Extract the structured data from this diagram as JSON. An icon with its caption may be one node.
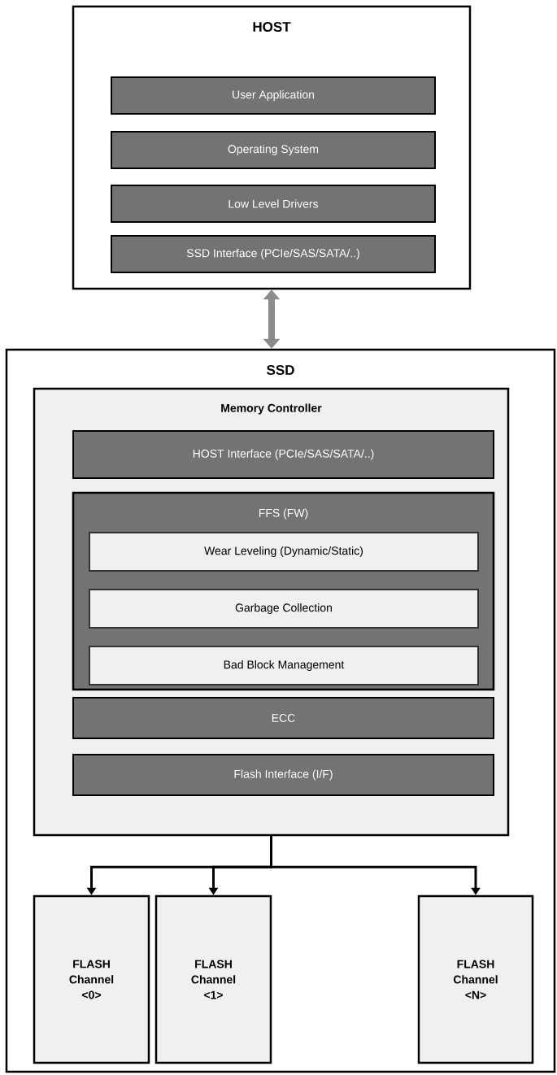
{
  "diagram": {
    "nodes": [
      {
        "text": [
          "HOST"
        ]
      },
      {
        "text": [
          "User Application"
        ],
        "in": 0
      },
      {
        "text": [
          "Operating System"
        ],
        "in": 0
      },
      {
        "text": [
          "Low Level Drivers"
        ],
        "in": 0
      },
      {
        "text": [
          "SSD Interface (PCIe/SAS/SATA/..)"
        ],
        "in": 0
      },
      {
        "text": [
          "SSD"
        ]
      },
      {
        "text": [
          "Memory Controller"
        ],
        "in": 5
      },
      {
        "text": [
          "HOST Interface (PCIe/SAS/SATA/..)"
        ],
        "in": 6
      },
      {
        "text": [
          "FFS (FW)"
        ],
        "in": 6
      },
      {
        "text": [
          "Wear Leveling (Dynamic/Static)"
        ],
        "in": 8
      },
      {
        "text": [
          "Garbage Collection"
        ],
        "in": 8
      },
      {
        "text": [
          "Bad Block Management"
        ],
        "in": 8
      },
      {
        "text": [
          "ECC"
        ],
        "in": 6
      },
      {
        "text": [
          "Flash Interface (I/F)"
        ],
        "in": 6
      },
      {
        "text": [
          "FLASH Channel <0>"
        ],
        "in": 5
      },
      {
        "text": [
          "FLASH Channel <1>"
        ],
        "in": 5
      },
      {
        "text": [
          "FLASH Channel <N>"
        ],
        "in": 5
      }
    ],
    "edges": [
      {
        "from": 0,
        "to": 5,
        "arrow": "both",
        "style": "thick",
        "color": "#8c8c8c"
      },
      {
        "from": 6,
        "to": 14,
        "arrow": "to"
      },
      {
        "from": 6,
        "to": 15,
        "arrow": "to"
      },
      {
        "from": 6,
        "to": 16,
        "arrow": "to"
      }
    ]
  }
}
